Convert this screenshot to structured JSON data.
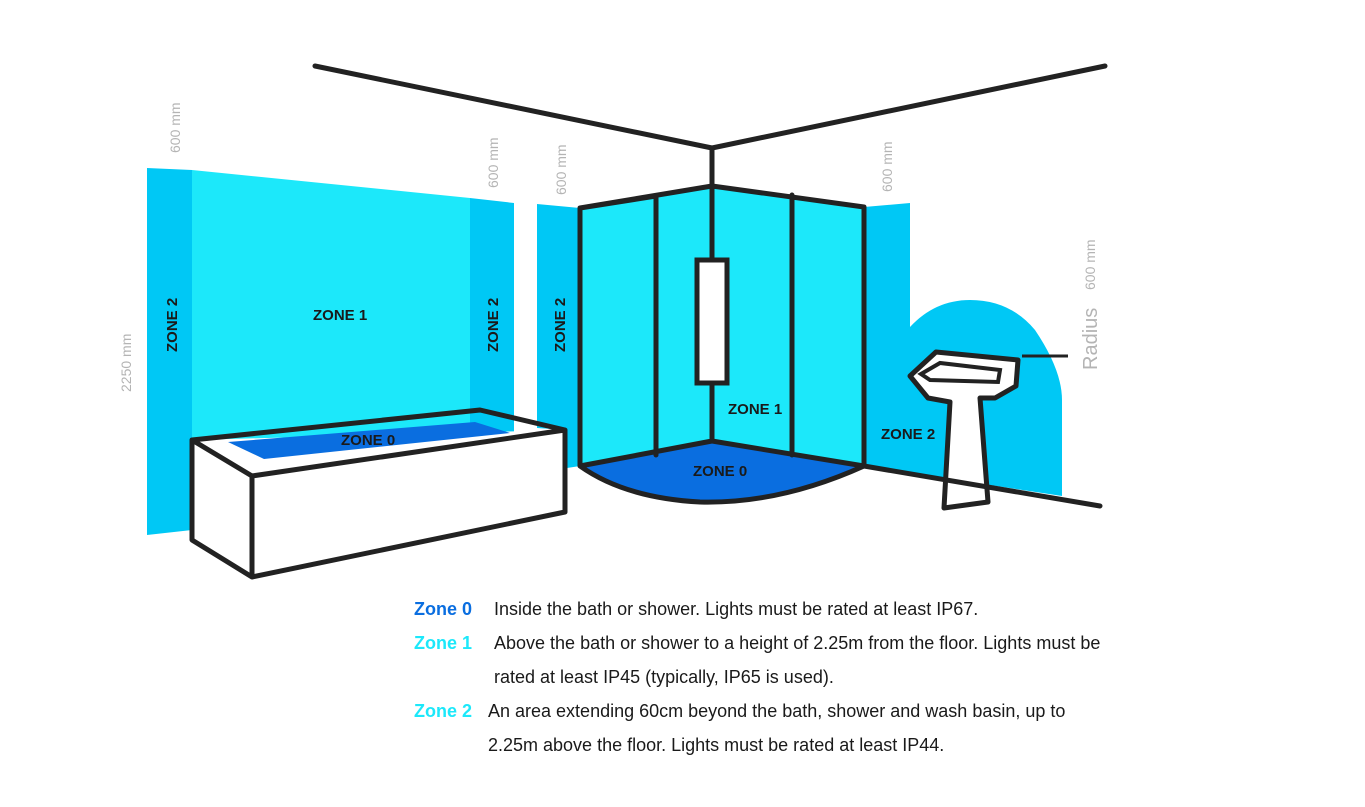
{
  "diagram": {
    "labels": {
      "zone2_left": "ZONE 2",
      "zone1_wall": "ZONE 1",
      "zone2_mid": "ZONE 2",
      "zone2_shower_left": "ZONE 2",
      "zone1_shower": "ZONE 1",
      "zone2_basin": "ZONE 2",
      "zone0_bath": "ZONE 0",
      "zone0_shower": "ZONE 0"
    },
    "dimensions": {
      "height_left": "2250 mm",
      "width_left": "600 mm",
      "width_mid": "600 mm",
      "width_shower_left": "600 mm",
      "width_shower_right": "600 mm",
      "radius_word": "Radius",
      "radius_value": "600 mm"
    },
    "colors": {
      "zone1": "#1ce8fa",
      "zone2": "#00c8f5",
      "zone0": "#0a6ee0",
      "ink": "#222222",
      "dim_text": "#b4b4b4"
    }
  },
  "legend": [
    {
      "key": "Zone 0",
      "key_color": "#0a6ee0",
      "text": "Inside the bath or shower. Lights must be rated at least IP67."
    },
    {
      "key": "Zone 1",
      "key_color": "#1ce8fa",
      "text": "Above the bath or shower to a height of 2.25m from the floor. Lights must be rated at least IP45 (typically, IP65 is used)."
    },
    {
      "key": "Zone 2",
      "key_color": "#1ce8fa",
      "text": "An area extending 60cm beyond the bath, shower and wash basin, up to 2.25m above the floor. Lights must be rated at least IP44."
    }
  ]
}
